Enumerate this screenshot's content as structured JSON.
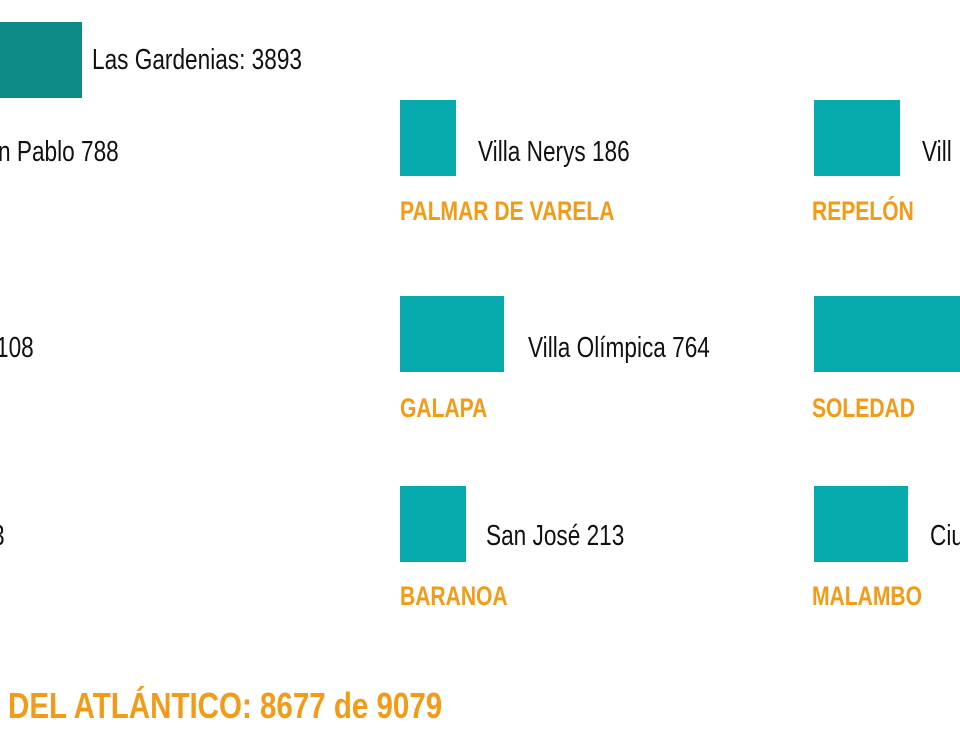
{
  "colors": {
    "teal_dark": "#0e8a86",
    "teal": "#07aaad",
    "orange": "#f39a17",
    "text": "#111111"
  },
  "entries": [
    {
      "label": "Las Gardenias: 3893",
      "town": "",
      "fill": "teal_dark"
    },
    {
      "label": "n Pablo 788",
      "town": "",
      "fill": "teal"
    },
    {
      "label": "Villa Nerys 186",
      "town": "PALMAR DE VARELA",
      "fill": "teal"
    },
    {
      "label": "Vill",
      "town": "REPELÓN",
      "fill": "teal"
    },
    {
      "label": "108",
      "town": "",
      "fill": "teal"
    },
    {
      "label": "Villa Olímpica 764",
      "town": "GALAPA",
      "fill": "teal"
    },
    {
      "label": "",
      "town": "SOLEDAD",
      "fill": "teal"
    },
    {
      "label": "3",
      "town": "",
      "fill": "teal"
    },
    {
      "label": "San José 213",
      "town": "BARANOA",
      "fill": "teal"
    },
    {
      "label": "Ciu",
      "town": "MALAMBO",
      "fill": "teal"
    }
  ],
  "total": "DEL ATLÁNTICO: 8677 de 9079"
}
